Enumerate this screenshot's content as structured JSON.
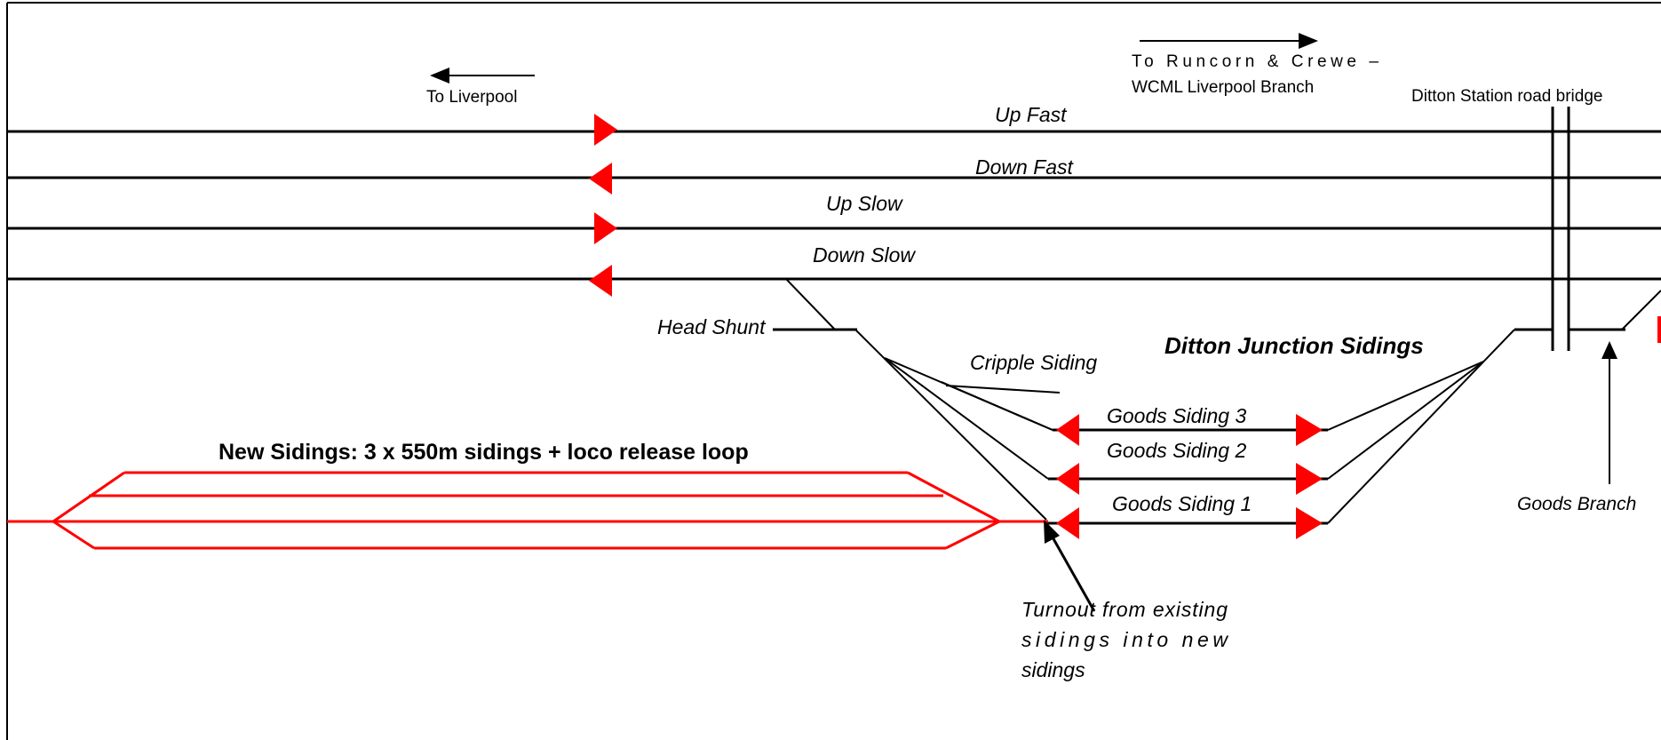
{
  "labels": {
    "to_liverpool": "To Liverpool",
    "to_runcorn_line1": "To Runcorn & Crewe –",
    "to_runcorn_line2": "WCML Liverpool Branch",
    "bridge": "Ditton Station road bridge",
    "up_fast": "Up Fast",
    "down_fast": "Down Fast",
    "up_slow": "Up Slow",
    "down_slow": "Down Slow",
    "head_shunt": "Head Shunt",
    "cripple_siding": "Cripple Siding",
    "ditton_sidings": "Ditton Junction Sidings",
    "goods_siding_3": "Goods Siding 3",
    "goods_siding_2": "Goods Siding 2",
    "goods_siding_1": "Goods Siding 1",
    "goods_branch": "Goods Branch",
    "new_sidings": "New Sidings: 3 x 550m sidings + loco release loop",
    "turnout_line1": "Turnout from existing",
    "turnout_line2": "sidings into new",
    "turnout_line3": "sidings"
  },
  "colors": {
    "track": "#000000",
    "proposed": "#ff0000",
    "signal": "#ff0000"
  }
}
